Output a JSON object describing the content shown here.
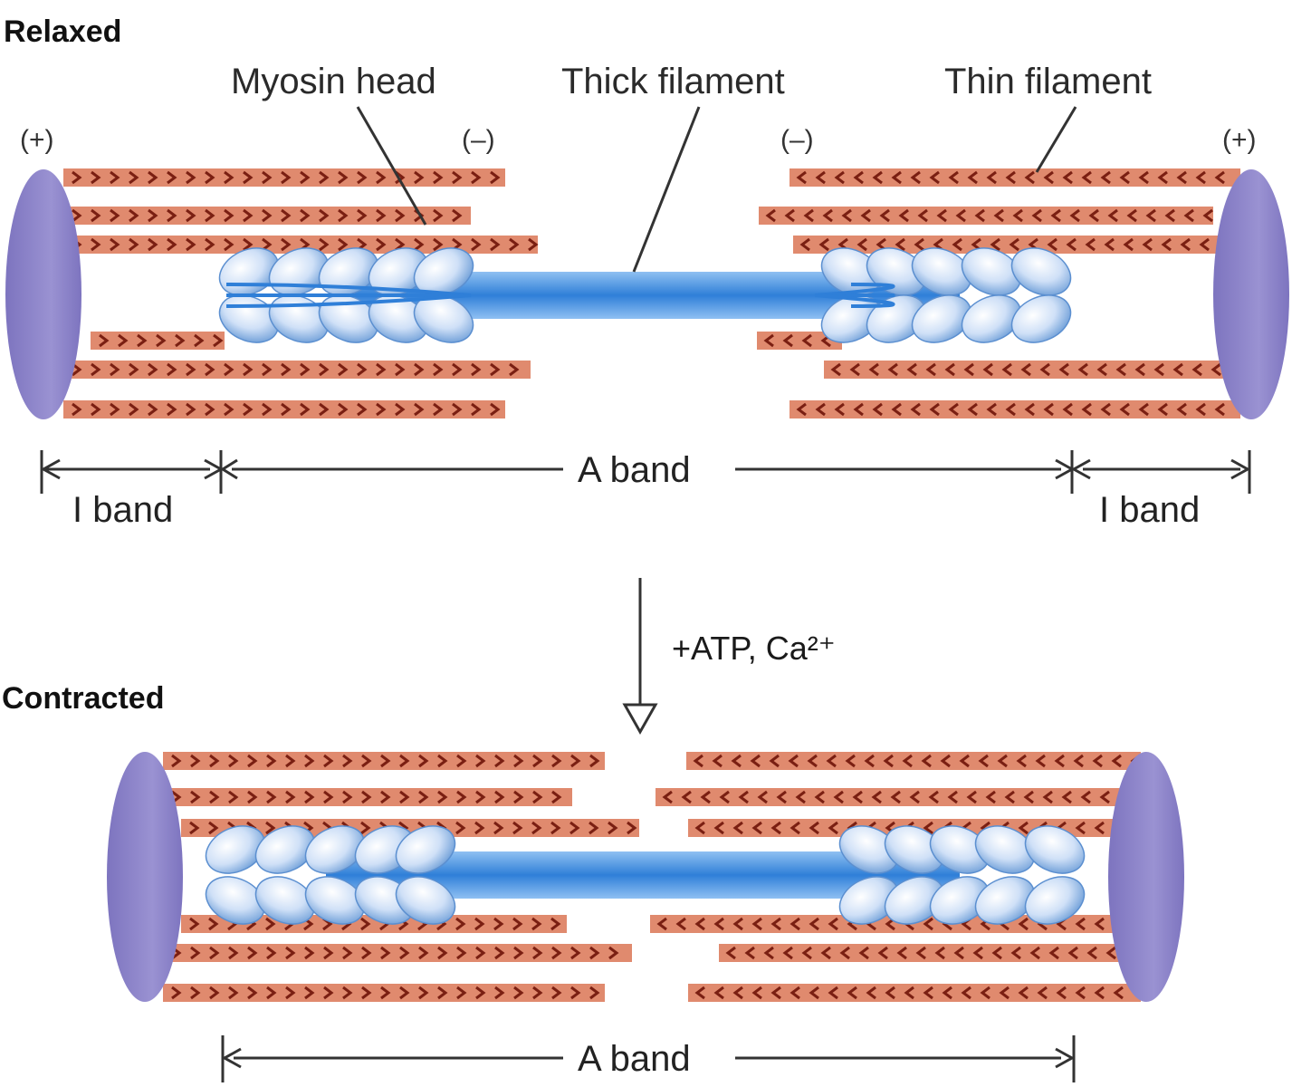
{
  "relaxed": {
    "title": "Relaxed",
    "labels": {
      "myosin_head": "Myosin head",
      "thick_filament": "Thick filament",
      "thin_filament": "Thin filament"
    },
    "polarity": {
      "left_plus": "(+)",
      "left_minus": "(–)",
      "right_minus": "(–)",
      "right_plus": "(+)"
    },
    "bands": {
      "i_band_left": "I band",
      "a_band": "A band",
      "i_band_right": "I band"
    }
  },
  "transition": {
    "label": "+ATP, Ca²⁺"
  },
  "contracted": {
    "title": "Contracted",
    "bands": {
      "a_band": "A band"
    }
  },
  "colors": {
    "thin_filament": "#e08a6e",
    "chevron": "#7a1f12",
    "z_disc": "#8f86c9",
    "thick_filament": "#3f8ee0",
    "myosin_head": "#bcd6f5"
  }
}
